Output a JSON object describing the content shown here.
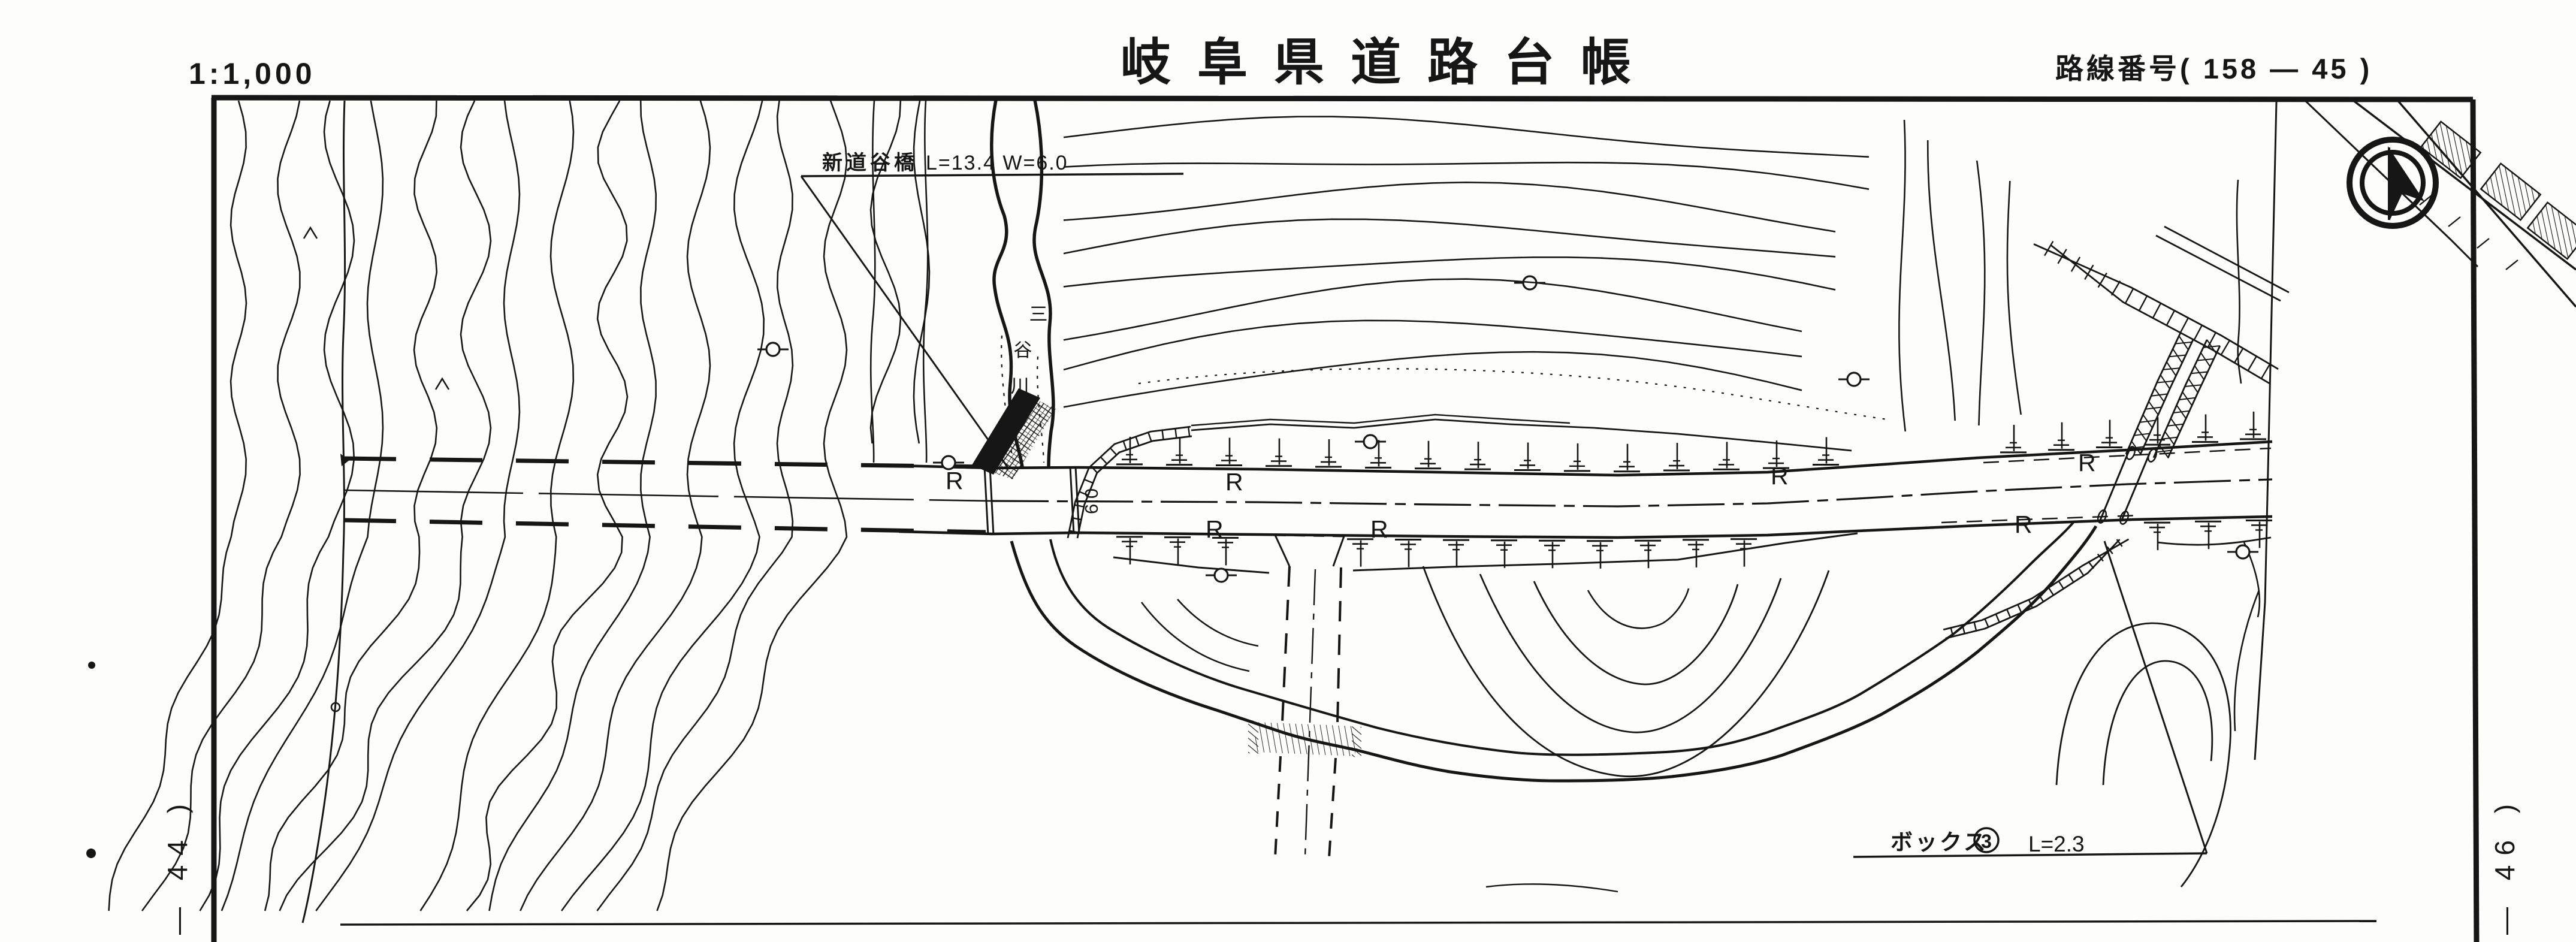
{
  "page": {
    "background": "#fdfdfb",
    "ink": "#161616"
  },
  "header": {
    "scale": "1:1,000",
    "title": "岐阜県道路台帳",
    "route_number": "路線番号(  158  —  45  )"
  },
  "annotations": {
    "bridge": {
      "name": "新道谷橋",
      "dims": "L=13.4  W=6.0"
    },
    "box_culvert": {
      "label": "ボックス",
      "number": "3",
      "dims": "L=2.3"
    },
    "river": {
      "name": "三谷川",
      "chars": [
        "三",
        "谷",
        "川"
      ]
    },
    "road_width_label": "6.0",
    "surface_mark": "R"
  },
  "sheet_refs": {
    "left": "— 44 )",
    "right": "— 46 )"
  },
  "icons": {
    "compass": "north-arrow"
  }
}
